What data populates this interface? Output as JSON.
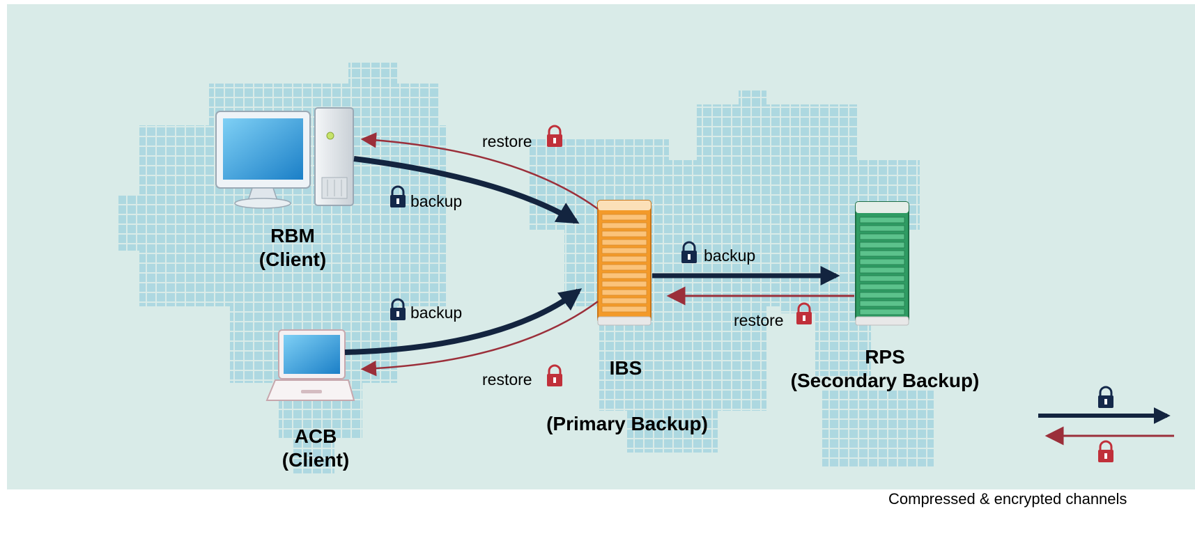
{
  "nodes": {
    "rbm": {
      "name": "RBM",
      "role": "(Client)"
    },
    "acb": {
      "name": "ACB",
      "role": "(Client)"
    },
    "ibs": {
      "name": "IBS",
      "role": "(Primary Backup)"
    },
    "rps": {
      "name": "RPS",
      "role": "(Secondary Backup)"
    }
  },
  "edges": {
    "rbm_restore": "restore",
    "rbm_backup": "backup",
    "acb_backup": "backup",
    "acb_restore": "restore",
    "ibs_rps_backup": "backup",
    "rps_ibs_restore": "restore"
  },
  "legend": {
    "caption": "Compressed & encrypted channels"
  },
  "colors": {
    "background": "#d9ebe8",
    "map_tile": "#a9d6e0",
    "backup_arrow": "#13243f",
    "restore_arrow": "#9b2f3a",
    "lock_backup": "#14284a",
    "lock_restore": "#c0303a",
    "ibs_server": "#f39a2a",
    "rps_server": "#2f9b63"
  },
  "icons": [
    "desktop-computer-icon",
    "laptop-icon",
    "primary-server-icon",
    "secondary-server-icon",
    "lock-icon"
  ]
}
